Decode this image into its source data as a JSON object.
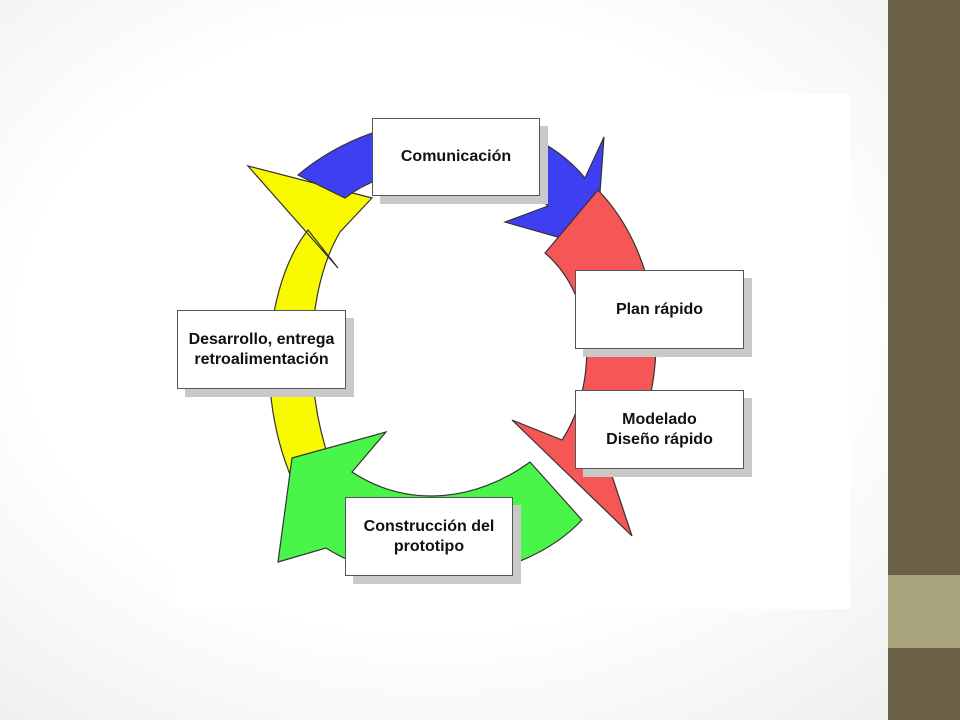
{
  "colors": {
    "communication_arrow": "#3f3ff2",
    "plan_arrow": "#f55656",
    "construction_arrow": "#4af54a",
    "delivery_arrow": "#f9f900",
    "sidebar": "#6b6149",
    "sidebar_accent": "#aaa57c"
  },
  "stages": {
    "communication": "Comunicación",
    "quick_plan": "Plan rápido",
    "modeling": "Modelado\nDiseño rápido",
    "construction": "Construcción del\nprototipo",
    "delivery": "Desarrollo, entrega\nretroalimentación"
  }
}
